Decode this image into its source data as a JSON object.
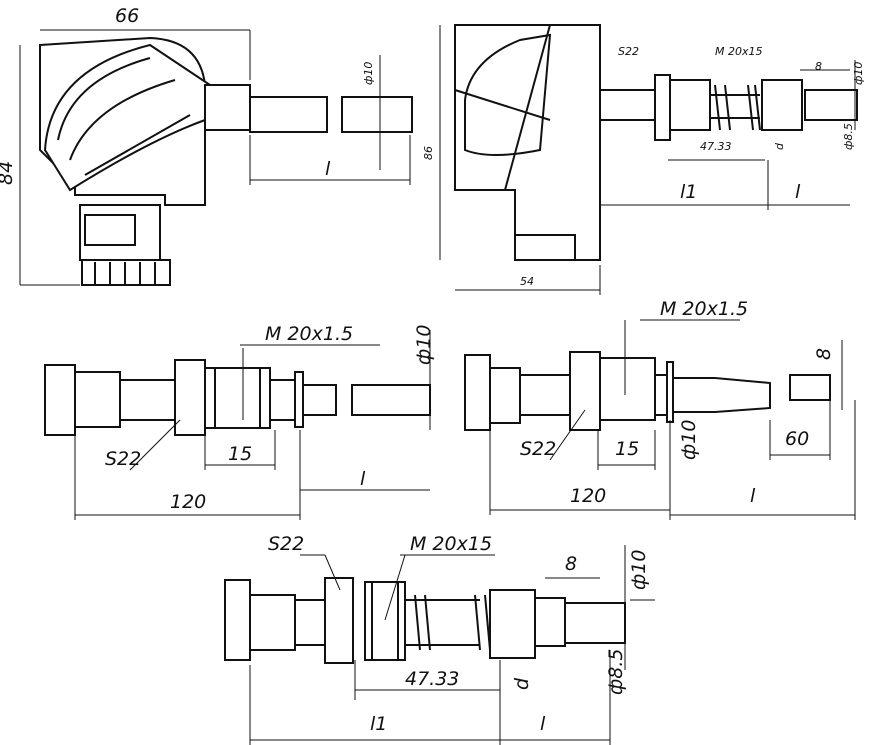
{
  "views": {
    "head_front": {
      "width": "66",
      "height": "84",
      "diameter": "ф10",
      "length": "l"
    },
    "head_side": {
      "height": "86",
      "width": "54",
      "hex": "S22",
      "thread": "M 20x15",
      "tip": "8",
      "diameter": "ф10",
      "thread_length": "47.33",
      "d": "d",
      "inner_diameter": "ф8.5",
      "length1": "l1",
      "length": "l"
    },
    "fitting_a": {
      "thread": "M 20x1.5",
      "diameter": "ф10",
      "hex": "S22",
      "thread_length": "15",
      "total": "120",
      "length": "l"
    },
    "fitting_b": {
      "thread": "M 20x1.5",
      "tip": "8",
      "hex": "S22",
      "thread_length": "15",
      "diameter": "ф10",
      "taper": "60",
      "total": "120",
      "length": "l"
    },
    "fitting_c": {
      "hex": "S22",
      "thread": "M 20x15",
      "tip": "8",
      "diameter": "ф10",
      "thread_length": "47.33",
      "d": "d",
      "inner_diameter": "ф8.5",
      "length1": "l1",
      "length": "l"
    }
  }
}
